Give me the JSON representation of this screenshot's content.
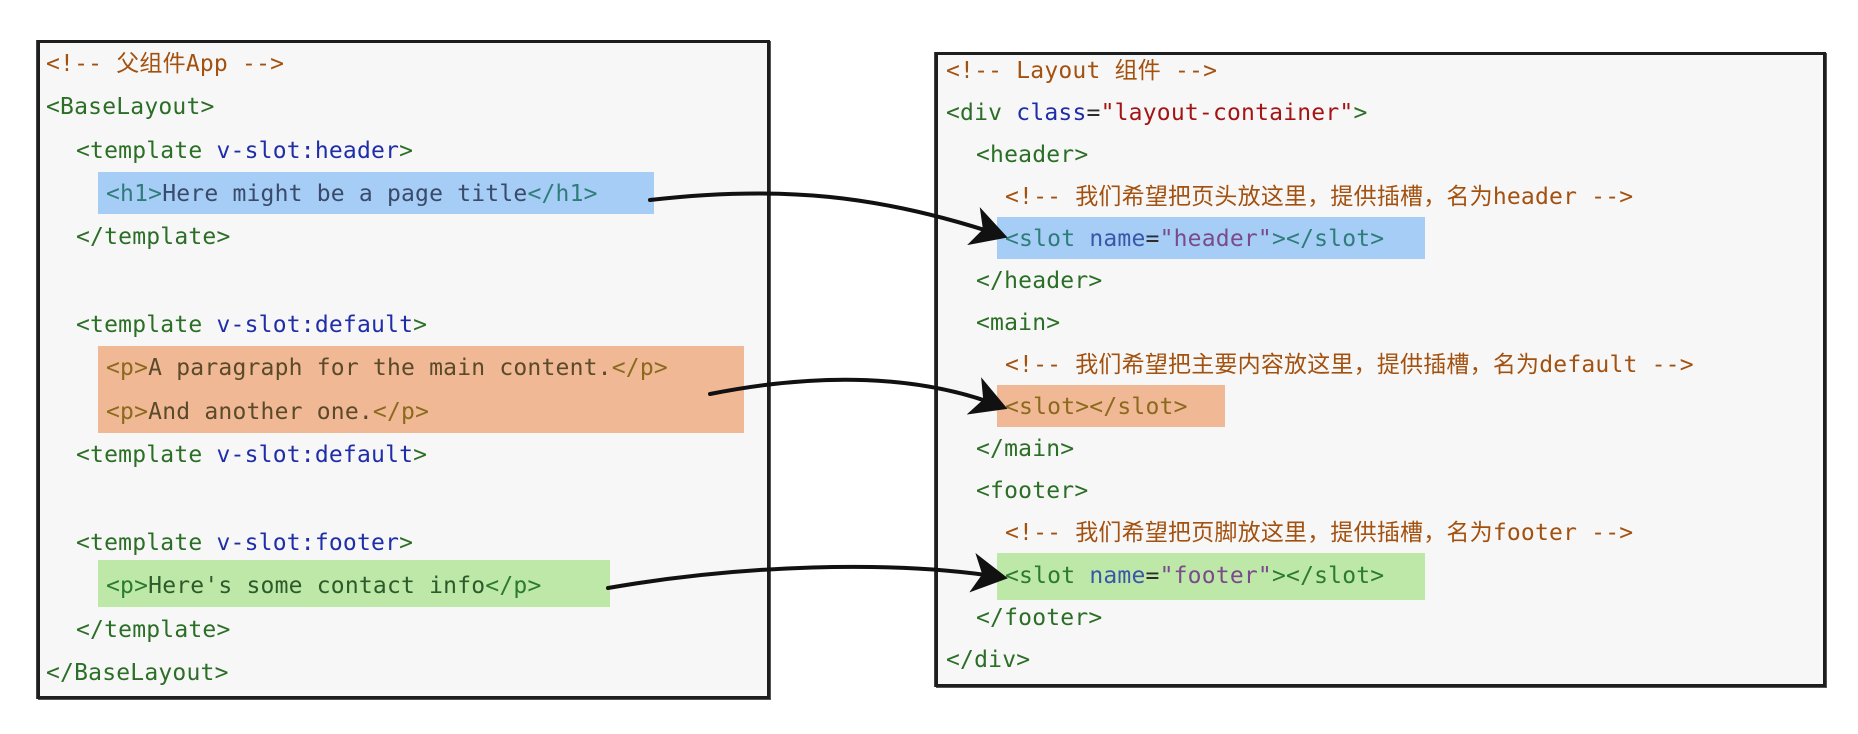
{
  "left": {
    "comment": "<!-- 父组件App -->",
    "open_base": "<BaseLayout>",
    "tpl_header_open": "<template",
    "tpl_header_attr": "v-slot:header",
    "tpl_header_close": ">",
    "h1_open": "<h1>",
    "h1_text": "Here might be a page title",
    "h1_close": "</h1>",
    "tpl_end_1": "</template>",
    "tpl_default_open": "<template",
    "tpl_default_attr": "v-slot:default",
    "tpl_default_close": ">",
    "p1_open": "<p>",
    "p1_text": "A paragraph for the main content.",
    "p1_close": "</p>",
    "p2_open": "<p>",
    "p2_text": "And another one.",
    "p2_close": "</p>",
    "tpl_default2_open": "<template",
    "tpl_default2_attr": "v-slot:default",
    "tpl_default2_close": ">",
    "tpl_footer_open": "<template",
    "tpl_footer_attr": "v-slot:footer",
    "tpl_footer_close": ">",
    "p3_open": "<p>",
    "p3_text": "Here's some contact info",
    "p3_close": "</p>",
    "tpl_end_3": "</template>",
    "close_base": "</BaseLayout>"
  },
  "right": {
    "comment": "<!-- Layout 组件 -->",
    "div_open": "<div",
    "div_attr": "class",
    "div_eq": "=",
    "div_str": "\"layout-container\"",
    "div_close": ">",
    "header_open": "<header>",
    "header_comment": "<!-- 我们希望把页头放这里，提供插槽，名为header -->",
    "slot_h_open": "<slot",
    "slot_h_attr": "name",
    "slot_h_eq": "=",
    "slot_h_str": "\"header\"",
    "slot_h_close": "></slot>",
    "header_close": "</header>",
    "main_open": "<main>",
    "main_comment": "<!-- 我们希望把主要内容放这里，提供插槽，名为default -->",
    "slot_d": "<slot></slot>",
    "main_close": "</main>",
    "footer_open": "<footer>",
    "footer_comment": "<!-- 我们希望把页脚放这里，提供插槽，名为footer -->",
    "slot_f_open": "<slot",
    "slot_f_attr": "name",
    "slot_f_eq": "=",
    "slot_f_str": "\"footer\"",
    "slot_f_close": "></slot>",
    "footer_close": "</footer>",
    "div_end": "</div>"
  },
  "colors": {
    "highlight_header": "#a5cdf6",
    "highlight_default": "#f0b894",
    "highlight_footer": "#bde8a8",
    "arrow": "#111111"
  }
}
